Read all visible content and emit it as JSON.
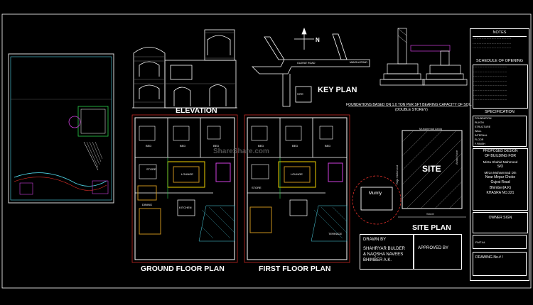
{
  "titles": {
    "elevation": "ELEVATION",
    "key_plan": "KEY PLAN",
    "ground_floor_plan": "GROUND FLOOR PLAN",
    "first_floor_plan": "FIRST FLOOR PLAN",
    "site_plan": "SITE PLAN",
    "site": "SITE",
    "mumty": "Mumty",
    "north": "N"
  },
  "key_plan": {
    "road1": "GUJRAT ROAD",
    "road2": "MANGLA ROAD",
    "site": "SITE"
  },
  "foundation_note": "FOUNDATIONS BASED ON 1.0 TON PER SFT BEARING CAPACITY OF SOIL",
  "foundation_sub": "(DOUBLE STOREY)",
  "notes_panel": {
    "notes_title": "NOTES",
    "schedule_title": "SCHEDULE OF OPENING",
    "specification_title": "SPECIFICATION",
    "spec_rows": [
      "FOUNDATION",
      "PLINTH",
      "STRUCTURE",
      "WALL",
      "INTERNAL",
      "FLOOR",
      "F.FINISH"
    ]
  },
  "watermark": "ShareShare.com",
  "credits": {
    "drawn_by": "DRAWN BY",
    "builder_line1": "SHAHRYAR BULDER",
    "builder_line2": "& NAQSHA NAVEES",
    "builder_line3": "BHIMBER A.K.",
    "approved_by": "APPROVED BY"
  },
  "proposal": {
    "line1": "PROPOSED DESIGN",
    "line2": "OF BUILDING FOR",
    "line3": "Mirza Shahid Mahmood",
    "line4": "S/O",
    "line5": "Mirza Muhammad Din",
    "line6": "Near Mirpur Choke",
    "line7": "Gujrat Road",
    "line8": "Bhimber(A.K)",
    "khasra": "KHASRA NO.221"
  },
  "owner_sign": "OWNER SIGN",
  "fait_label": "FAIT.AL",
  "drawing_no": "DRAWING No.# /",
  "room_labels": [
    "BED",
    "BED",
    "BED",
    "LOUNGE",
    "STORE",
    "DINING",
    "KITCHEN",
    "BED",
    "BED",
    "BED",
    "LOUNGE",
    "STORE",
    "TERRACE"
  ],
  "site_side_labels": {
    "top": "Muhammad Ashiq",
    "right": "Abdul Noor",
    "left": "Raja Mahmood",
    "bottom": "Street"
  },
  "colors": {
    "background": "#000000",
    "lines": "#ffffff",
    "accent_red": "#e0302a",
    "accent_green": "#2bd34a",
    "accent_magenta": "#d040e0",
    "accent_cyan": "#4fd6e8",
    "accent_yellow": "#f0d000",
    "wood": "#c8901c"
  }
}
